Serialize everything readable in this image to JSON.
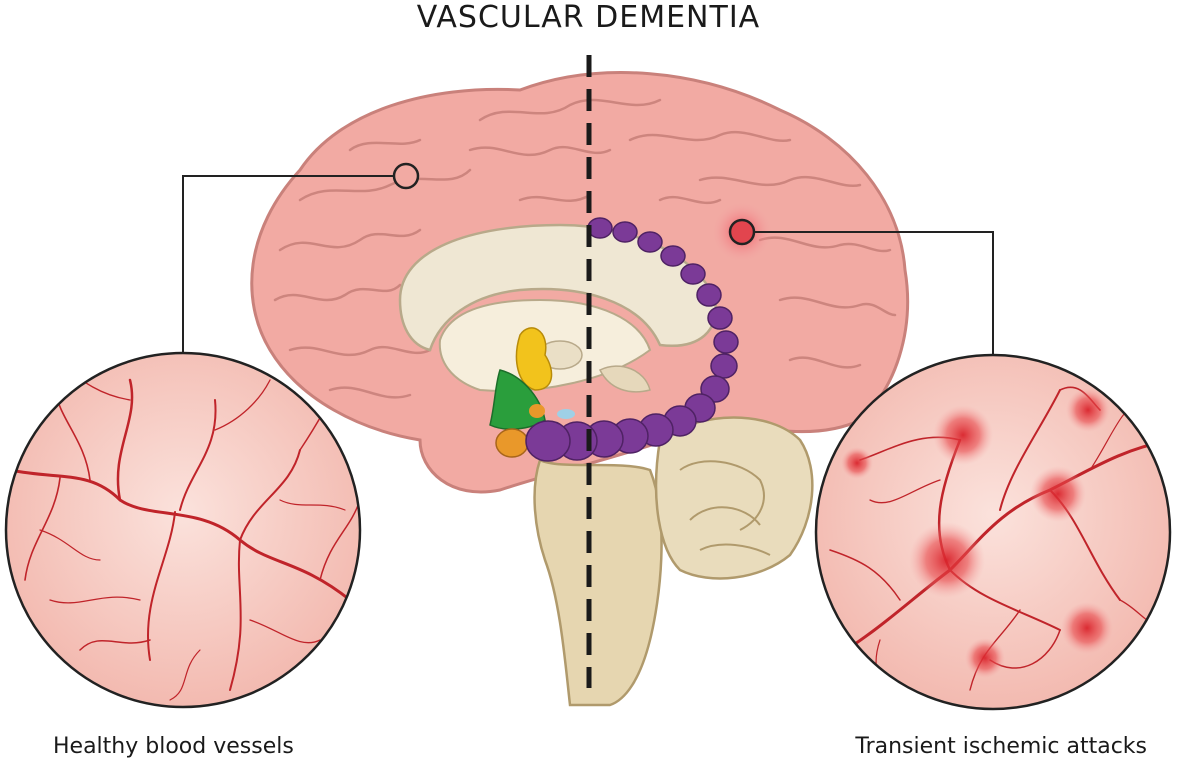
{
  "title": "VASCULAR DEMENTIA",
  "left_panel": {
    "caption": "Healthy blood vessels"
  },
  "right_panel": {
    "caption": "Transient ischemic attacks"
  },
  "colors": {
    "brain_pink": "#f2aaa3",
    "brain_outline": "#c9817b",
    "corpus_callosum": "#efe7d3",
    "hippocampus_purple": "#7b3a97",
    "caudate_yellow": "#f2c31c",
    "green_region": "#2a9e3c",
    "orange_region": "#e9982a",
    "vessel_red": "#c0242a",
    "lesion_red": "#e23a3a",
    "circle_fill": "#f7cfc7"
  }
}
